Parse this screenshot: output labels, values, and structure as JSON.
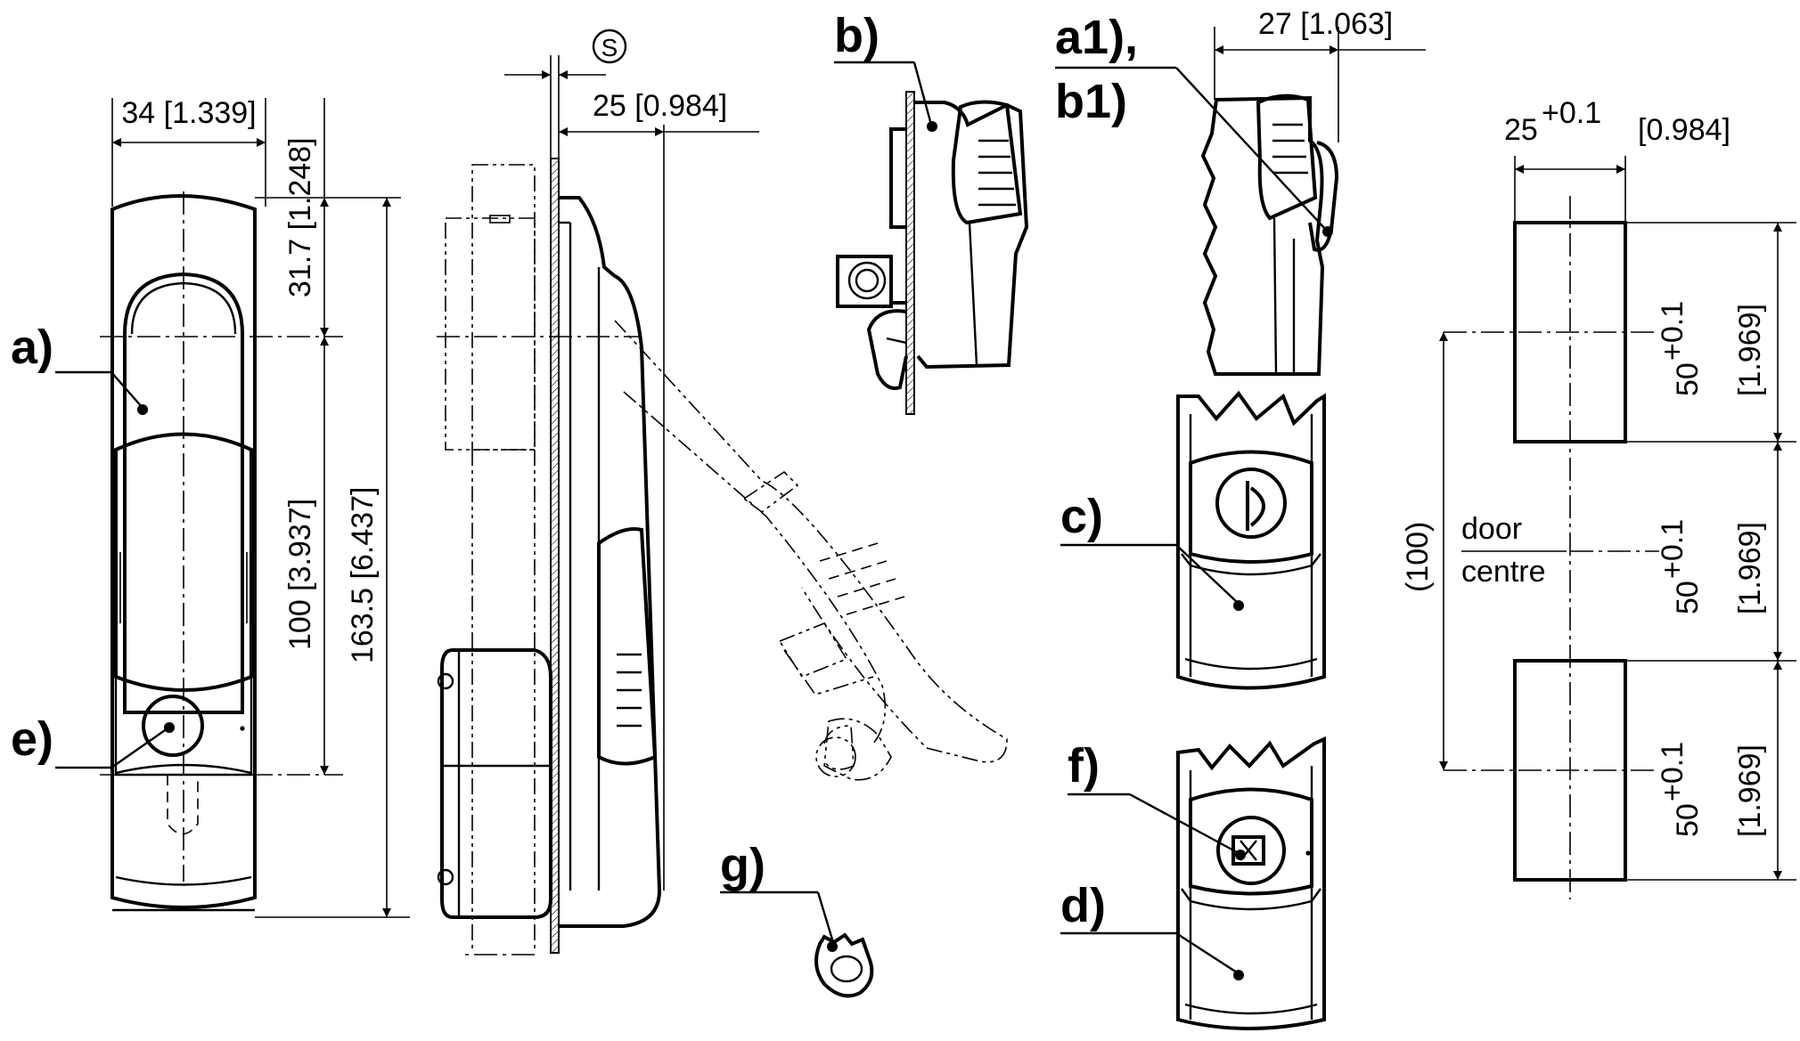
{
  "callouts": {
    "a": "a)",
    "b": "b)",
    "a1b1_line1": "a1),",
    "a1b1_line2": "b1)",
    "c": "c)",
    "d": "d)",
    "e": "e)",
    "f": "f)",
    "g": "g)"
  },
  "front_view": {
    "width_dim": "34 [1.339]",
    "top_offset_dim": "31.7 [1.248]",
    "pitch_dim": "100 [3.937]",
    "overall_height_dim": "163.5 [6.437]"
  },
  "side_view": {
    "thickness_symbol": "S",
    "depth_dim": "25 [0.984]"
  },
  "variant_b1_view": {
    "depth_dim": "27 [1.063]"
  },
  "cutout": {
    "width_nominal": "25",
    "width_tolerance": "+0.1",
    "width_inch": "[0.984]",
    "pitch_reference": "(100)",
    "door_label": "door",
    "centre_label": "centre",
    "segments": [
      {
        "nominal": "50",
        "tolerance": "+0.1",
        "inch": "[1.969]"
      },
      {
        "nominal": "50",
        "tolerance": "+0.1",
        "inch": "[1.969]"
      },
      {
        "nominal": "50",
        "tolerance": "+0.1",
        "inch": "[1.969]"
      }
    ]
  }
}
